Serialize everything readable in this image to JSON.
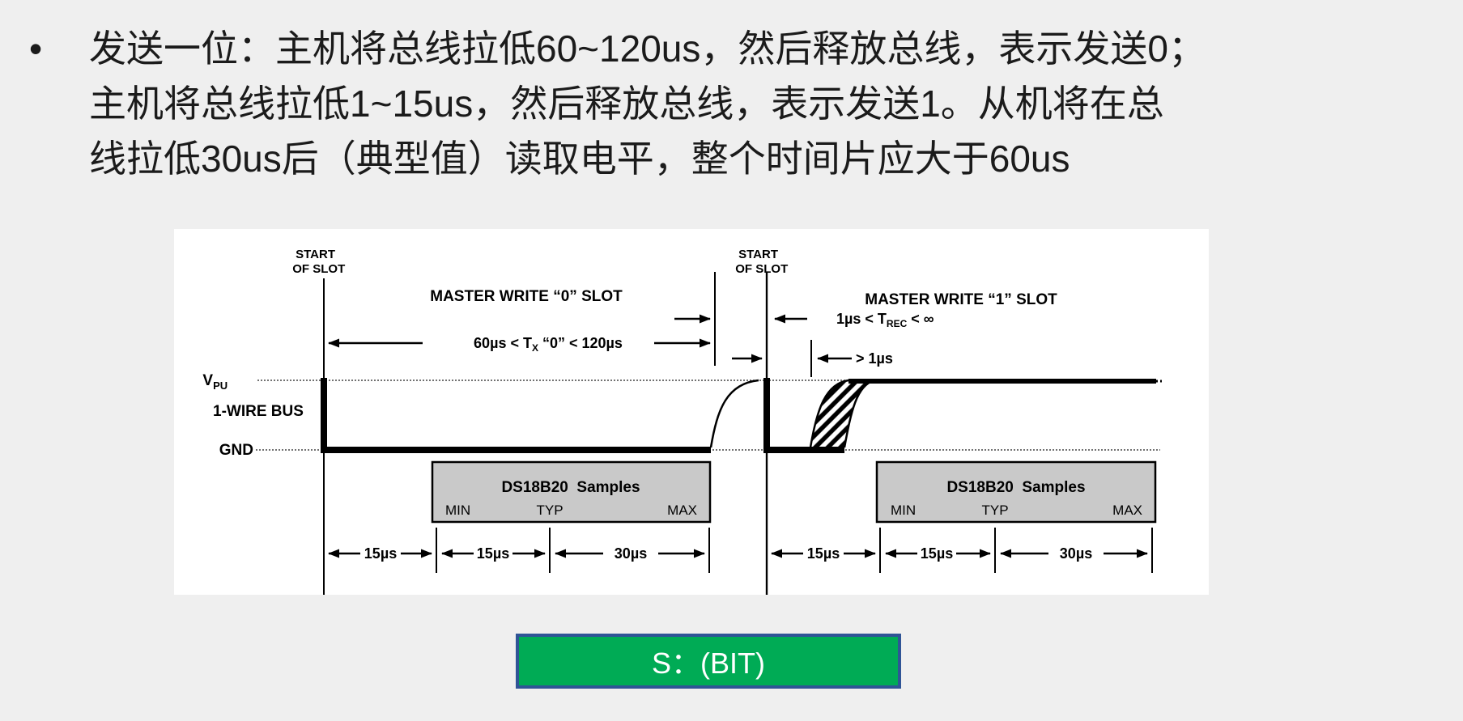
{
  "slide": {
    "bullet_glyph": "•",
    "text_lines": [
      "发送一位：主机将总线拉低60~120us，然后释放总线，表示发送0；",
      "主机将总线拉低1~15us，然后释放总线，表示发送1。从机将在总",
      "线拉低30us后（典型值）读取电平，整个时间片应大于60us"
    ]
  },
  "diagram": {
    "start_of_slot_line1": "START",
    "start_of_slot_line2": "OF SLOT",
    "write0": {
      "title": "MASTER WRITE “0” SLOT",
      "tx_prefix": "60µs < T",
      "tx_sub": "X",
      "tx_suffix": " “0” < 120µs",
      "dim_labels": [
        "15µs",
        "15µs",
        "30µs"
      ],
      "samples_title": "DS18B20  Samples",
      "min": "MIN",
      "typ": "TYP",
      "max": "MAX"
    },
    "write1": {
      "title": "MASTER WRITE “1” SLOT",
      "trec_prefix": "1µs < T",
      "trec_sub": "REC",
      "trec_suffix": " < ∞",
      "gt1us": "> 1µs",
      "dim_labels": [
        "15µs",
        "15µs",
        "30µs"
      ],
      "samples_title": "DS18B20  Samples",
      "min": "MIN",
      "typ": "TYP",
      "max": "MAX"
    },
    "levels": {
      "vpu_main": "V",
      "vpu_sub": "PU",
      "bus_label": "1-WIRE BUS",
      "gnd_label": "GND"
    }
  },
  "button": {
    "label": "S：(BIT)",
    "fill": "#00AB55",
    "border": "#2F5496",
    "text_color": "#ffffff"
  },
  "colors": {
    "page_bg": "#EFEFEF",
    "diagram_bg": "#FFFFFF",
    "sample_box_fill": "#C9C9C9"
  }
}
